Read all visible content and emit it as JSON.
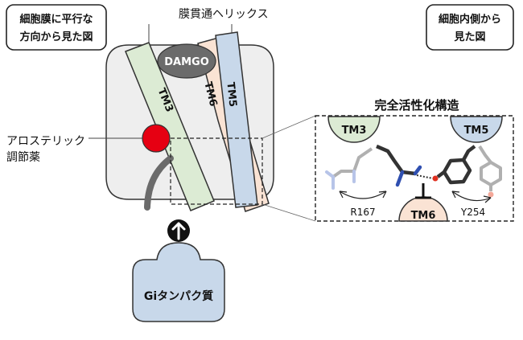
{
  "labels": {
    "view_membrane_line1": "細胞膜に平行な",
    "view_membrane_line2": "方向から見た図",
    "view_intracellular_line1": "細胞内側から",
    "view_intracellular_line2": "見た図",
    "transmembrane_helix": "膜貫通ヘリックス",
    "allosteric_line1": "アロステリック",
    "allosteric_line2": "調節薬",
    "ligand": "DAMGO",
    "gi_protein": "Giタンパク質",
    "zoom_title": "完全活性化構造"
  },
  "helices": {
    "tm3": "TM3",
    "tm6": "TM6",
    "tm5": "TM5"
  },
  "residues": {
    "r167": "R167",
    "y254": "Y254"
  },
  "colors": {
    "membrane_fill": "#eeeeee",
    "tm3_fill": "#dcebd4",
    "tm6_fill": "#fae3d4",
    "tm5_fill": "#c8d8ea",
    "ligand_fill": "#6b6b6b",
    "modulator_fill": "#e60012",
    "gi_fill": "#c8d8ea"
  }
}
